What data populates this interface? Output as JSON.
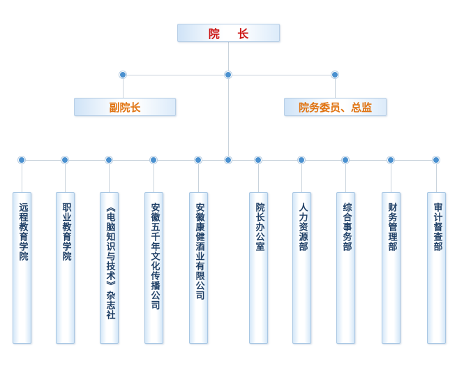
{
  "top": {
    "label": "院  长"
  },
  "mid": [
    {
      "label": "副院长"
    },
    {
      "label": "院务委员、总监"
    }
  ],
  "units": [
    {
      "label": "远程教育学院"
    },
    {
      "label": "职业教育学院"
    },
    {
      "label": "《电脑知识与技术》杂志社"
    },
    {
      "label": "安徽五千年文化传播公司"
    },
    {
      "label": "安徽康健酒业有限公司"
    },
    {
      "label": "院长办公室"
    },
    {
      "label": "人力资源部"
    },
    {
      "label": "综合事务部"
    },
    {
      "label": "财务管理部"
    },
    {
      "label": "审计督查部"
    }
  ],
  "colors": {
    "line": "#c9d3dc",
    "dot": "#4a90cf",
    "top_text": "#cc1414",
    "mid_text": "#e0720f",
    "unit_text": "#1e3f66"
  }
}
